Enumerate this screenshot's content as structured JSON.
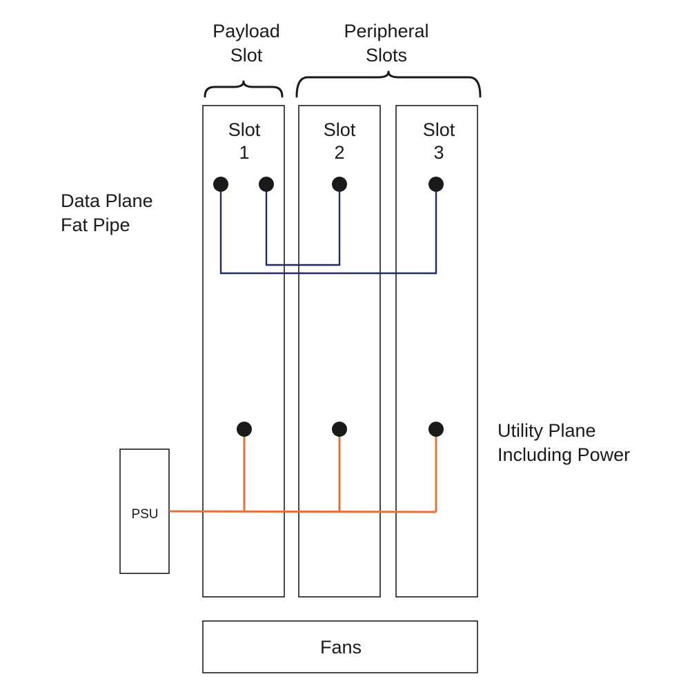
{
  "groups": {
    "payload": {
      "line1": "Payload",
      "line2": "Slot"
    },
    "peripheral": {
      "line1": "Peripheral",
      "line2": "Slots"
    }
  },
  "slots": [
    {
      "label": "Slot",
      "number": "1"
    },
    {
      "label": "Slot",
      "number": "2"
    },
    {
      "label": "Slot",
      "number": "3"
    }
  ],
  "planes": {
    "data": {
      "line1": "Data Plane",
      "line2": "Fat Pipe",
      "color": "#1f2a6e"
    },
    "utility": {
      "line1": "Utility Plane",
      "line2": "Including Power",
      "color": "#e3703d"
    }
  },
  "psu": {
    "label": "PSU"
  },
  "fans": {
    "label": "Fans"
  }
}
